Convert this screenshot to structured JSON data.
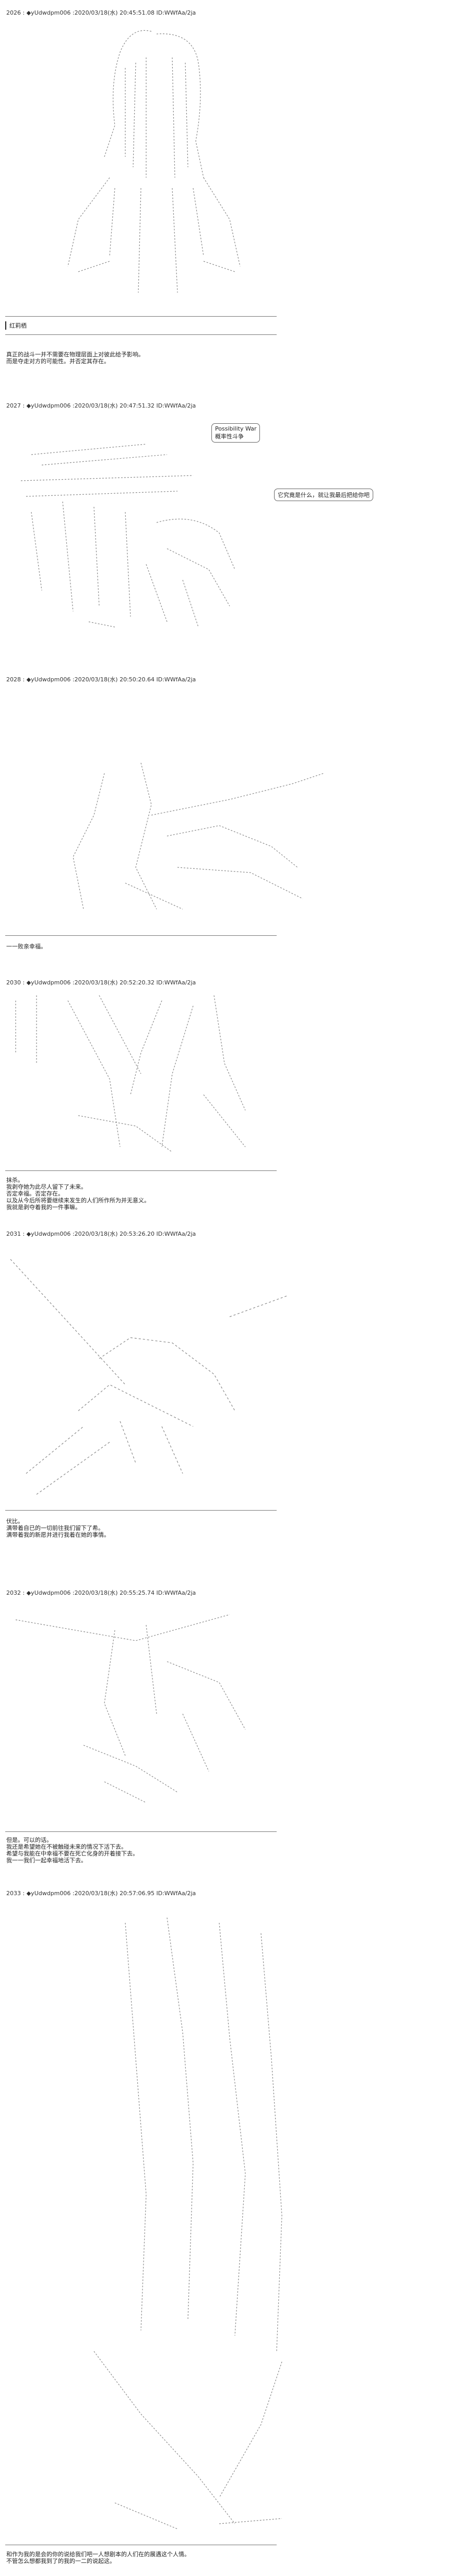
{
  "posts": [
    {
      "header": {
        "num": "2026",
        "sep": ":",
        "author": "◆yUdwdpm006",
        "date": ":2020/03/18(水) 20:45:51.08 ID:WWfAa/2ja"
      },
      "label": "红莉栖",
      "text": [
        "真正的战斗一并不需要在物理层面上对彼此给予影响。",
        "而是夺走对方的可能性。并否定其存在。"
      ]
    },
    {
      "header": {
        "num": "2027",
        "sep": ":",
        "author": "◆yUdwdpm006",
        "date": ":2020/03/18(水) 20:47:51.32 ID:WWfAa/2ja"
      },
      "bubble1": [
        "Possibility War",
        "概率性斗争"
      ],
      "bubble2": "它究竟是什么，就让我最后把给你吧"
    },
    {
      "header": {
        "num": "2028",
        "sep": ":",
        "author": "◆yUdwdpm006",
        "date": ":2020/03/18(水) 20:50:20.64 ID:WWfAa/2ja"
      },
      "text": [
        "一一败亲幸福。"
      ]
    },
    {
      "header": {
        "num": "2030",
        "sep": ":",
        "author": "◆yUdwdpm006",
        "date": ":2020/03/18(水) 20:52:20.32 ID:WWfAa/2ja"
      },
      "text": [
        "抹杀。",
        "我剥夺她为此尽人留下了未来。",
        "否定幸福。否定存在。",
        "以及从今后所将要继续来发生的人们所作所为并无意义。",
        "我就是剥夺着我的一件事嘛。"
      ]
    },
    {
      "header": {
        "num": "2031",
        "sep": ":",
        "author": "◆yUdwdpm006",
        "date": ":2020/03/18(水) 20:53:26.20 ID:WWfAa/2ja"
      },
      "text": [
        "伏比。",
        "满带着自已的一切前往我们留下了希。",
        "满带着我的新愿并进行我着在她的事情。"
      ]
    },
    {
      "header": {
        "num": "2032",
        "sep": ":",
        "author": "◆yUdwdpm006",
        "date": ":2020/03/18(水) 20:55:25.74 ID:WWfAa/2ja"
      },
      "text": [
        "但是。可以的话。",
        "我还是希望她在不被触碰未来的情况下活下去。",
        "希望与我能在中幸福不要在死亡化身的开着接下去。",
        "我一一我们一起幸福地活下去。"
      ]
    },
    {
      "header": {
        "num": "2033",
        "sep": ":",
        "author": "◆yUdwdpm006",
        "date": ":2020/03/18(水) 20:57:06.95 ID:WWfAa/2ja"
      },
      "text": [
        "和作为我的是会的你的说给我们吧一人想剧本的人们在的展遇这个人情。",
        "不管怎么想都我到了的我的一二的说起这。"
      ]
    }
  ],
  "icons": {
    "art": "ascii-art-figure"
  }
}
